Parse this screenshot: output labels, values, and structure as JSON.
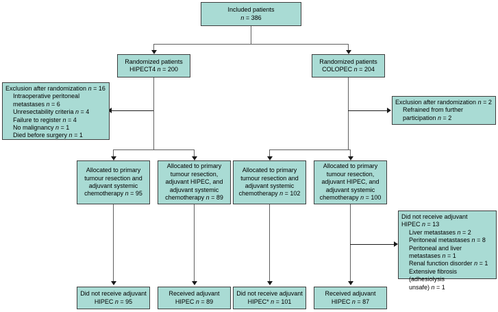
{
  "diagram": {
    "title": "CONSORT-style patient flow diagram",
    "fill_color": "#a9dbd4",
    "border_color": "#3d3d3d",
    "connector_color": "#5f5f5f",
    "nodes": {
      "included": {
        "line1": "Included patients",
        "line2_var": "n",
        "line2_val": " = 386"
      },
      "rand_left": {
        "line1": "Randomized patients",
        "line2_pre": "HIPECT4 ",
        "line2_var": "n",
        "line2_val": " = 200"
      },
      "rand_right": {
        "line1": "Randomized patients",
        "line2_pre": "COLOPEC ",
        "line2_var": "n",
        "line2_val": " = 204"
      },
      "excl_left": {
        "head_text": "Exclusion after randomization ",
        "head_var": "n",
        "head_val": " = 16",
        "items": [
          {
            "text": "Intraoperative peritoneal",
            "var": "",
            "val": ""
          },
          {
            "text": "metastases ",
            "var": "n",
            "val": " = 6"
          },
          {
            "text": "Unresectability criteria ",
            "var": "n",
            "val": " = 4"
          },
          {
            "text": "Failure to register ",
            "var": "n",
            "val": " = 4"
          },
          {
            "text": "No malignancy ",
            "var": "n",
            "val": " = 1"
          },
          {
            "text": "Died before surgery ",
            "var": "n",
            "val": " = 1"
          }
        ]
      },
      "excl_right": {
        "head_text": "Exclusion after randomization ",
        "head_var": "n",
        "head_val": " = 2",
        "items": [
          {
            "text": "Refrained from further",
            "var": "",
            "val": ""
          },
          {
            "text": "participation ",
            "var": "n",
            "val": " = 2"
          }
        ]
      },
      "alloc1": {
        "lines": [
          "Allocated to primary",
          "tumour resection and",
          "adjuvant systemic"
        ],
        "last_pre": "chemotherapy ",
        "last_var": "n",
        "last_val": " = 95"
      },
      "alloc2": {
        "lines": [
          "Allocated to primary",
          "tumour resection,",
          "adjuvant HIPEC, and",
          "adjuvant systemic"
        ],
        "last_pre": "chemotherapy ",
        "last_var": "n",
        "last_val": " = 89"
      },
      "alloc3": {
        "lines": [
          "Allocated to primary",
          "tumour resection and",
          "adjuvant systemic"
        ],
        "last_pre": "chemotherapy ",
        "last_var": "n",
        "last_val": " = 102"
      },
      "alloc4": {
        "lines": [
          "Allocated to primary",
          "tumour resection,",
          "adjuvant HIPEC, and",
          "adjuvant systemic"
        ],
        "last_pre": "chemotherapy ",
        "last_var": "n",
        "last_val": " = 100"
      },
      "no_hipec_detail": {
        "head_line1": "Did not receive adjuvant",
        "head_line2_pre": "HIPEC ",
        "head_line2_var": "n",
        "head_line2_val": " = 13",
        "items": [
          {
            "text": "Liver metastases ",
            "var": "n",
            "val": " = 2"
          },
          {
            "text": "Peritoneal metastases ",
            "var": "n",
            "val": " = 8"
          },
          {
            "text": "Peritoneal and liver",
            "var": "",
            "val": ""
          },
          {
            "text": "metastases ",
            "var": "n",
            "val": " = 1"
          },
          {
            "text": "Renal function disorder ",
            "var": "n",
            "val": " = 1"
          },
          {
            "text": "Extensive fibrosis (adhesiolysis",
            "var": "",
            "val": ""
          },
          {
            "text": "unsafe) ",
            "var": "n",
            "val": " = 1"
          }
        ]
      },
      "out1": {
        "line1": "Did not receive adjuvant",
        "line2_pre": "HIPEC ",
        "line2_var": "n",
        "line2_val": " = 95"
      },
      "out2": {
        "line1": "Received adjuvant",
        "line2_pre": "HIPEC ",
        "line2_var": "n",
        "line2_val": " = 89"
      },
      "out3": {
        "line1": "Did not receive adjuvant",
        "line2_pre": "HIPEC* ",
        "line2_var": "n",
        "line2_val": " = 101"
      },
      "out4": {
        "line1": "Received adjuvant",
        "line2_pre": "HIPEC ",
        "line2_var": "n",
        "line2_val": " = 87"
      }
    }
  }
}
